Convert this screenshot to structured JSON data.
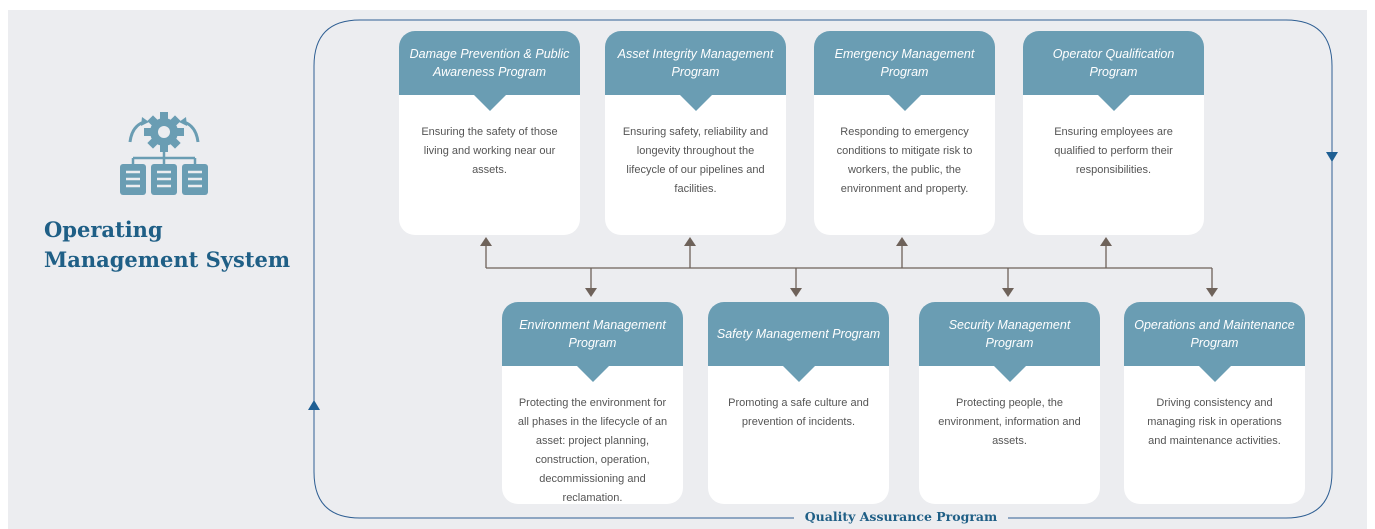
{
  "system": {
    "title": "Operating Management System",
    "icon": "gear-org-chart-icon"
  },
  "colors": {
    "card_header": "#6a9db3",
    "title_text": "#1f5f86",
    "connector": "#6e625a",
    "loop_line": "#2f5f93",
    "background": "#ecedf0"
  },
  "top_programs": [
    {
      "title": "Damage Prevention & Public Awareness Program",
      "description": "Ensuring the safety of those living and working near our assets."
    },
    {
      "title": "Asset Integrity Management Program",
      "description": "Ensuring safety, reliability and longevity throughout the lifecycle of our pipelines and facilities."
    },
    {
      "title": "Emergency Management Program",
      "description": "Responding to emergency conditions to mitigate risk to workers, the public, the environment and property."
    },
    {
      "title": "Operator Qualification Program",
      "description": "Ensuring employees are qualified to perform their responsibilities."
    }
  ],
  "bottom_programs": [
    {
      "title": "Environment Management Program",
      "description": "Protecting the environment for all phases in the lifecycle of an asset: project planning, construction, operation, decommissioning and reclamation."
    },
    {
      "title": "Safety Management Program",
      "description": "Promoting a safe culture and prevention of incidents."
    },
    {
      "title": "Security Management Program",
      "description": "Protecting people, the environment, information and assets."
    },
    {
      "title": "Operations and Maintenance Program",
      "description": "Driving consistency and managing risk in operations and maintenance activities."
    }
  ],
  "loop": {
    "label": "Quality Assurance Program"
  }
}
